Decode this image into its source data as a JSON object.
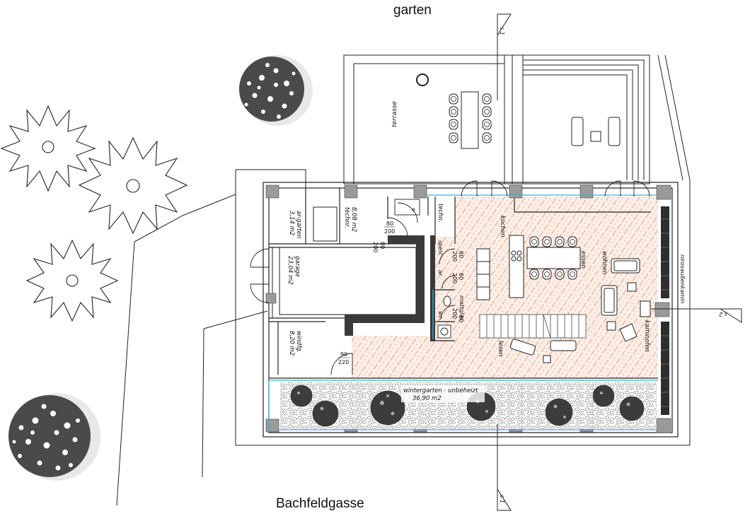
{
  "labels": {
    "garten": "garten",
    "street": "Bachfeldgasse",
    "terrasse": "terrasse",
    "techn_room": "technr.",
    "techn_room_area": "8,08 m2",
    "techn_small": "techn.",
    "ar_garten": "ar-garten",
    "ar_garten_area": "3,14 m2",
    "garage": "garage",
    "garage_area": "23,04 m2",
    "windfg": "windfg.",
    "windfg_area": "8,20 m2",
    "kochen": "kochen",
    "essen": "essen",
    "wohnen": "wohnen",
    "lesen": "lesen",
    "kaminofen": "kaminofen",
    "speis": "speis",
    "ar": "ar",
    "wc": "wc.",
    "mattglas": "mattglas",
    "wintergarten": "wintergarten - unbeheizt",
    "wintergarten_area": "36,90 m2",
    "nische": "nirosaußenkamin",
    "section_s1_top": "s 1",
    "section_s1_bottom": "s 1",
    "section_s2": "s 2",
    "door_e": "e",
    "door_80_200_a_w": "80",
    "door_80_200_a_h": "200",
    "door_80_200_b_w": "80",
    "door_80_200_b_h": "200",
    "door_speis_w": "80",
    "door_speis_h": "200",
    "door_ar_w": "80",
    "door_ar_h": "200",
    "door_wc_w": "80",
    "door_wc_h": "200",
    "door_entry_w": "90",
    "door_entry_h": "220"
  },
  "colors": {
    "floor_hatch": "#e07a4a",
    "glass_line": "#3fb0d0",
    "pillar": "#9a9a9a",
    "wall_dark": "#3a3a3a",
    "foliage": "#3c3c3c"
  },
  "icons": {
    "tree_star": "spiky-tree-symbol",
    "tree_round": "foliage-tree-symbol",
    "section_marker": "section-arrow"
  }
}
